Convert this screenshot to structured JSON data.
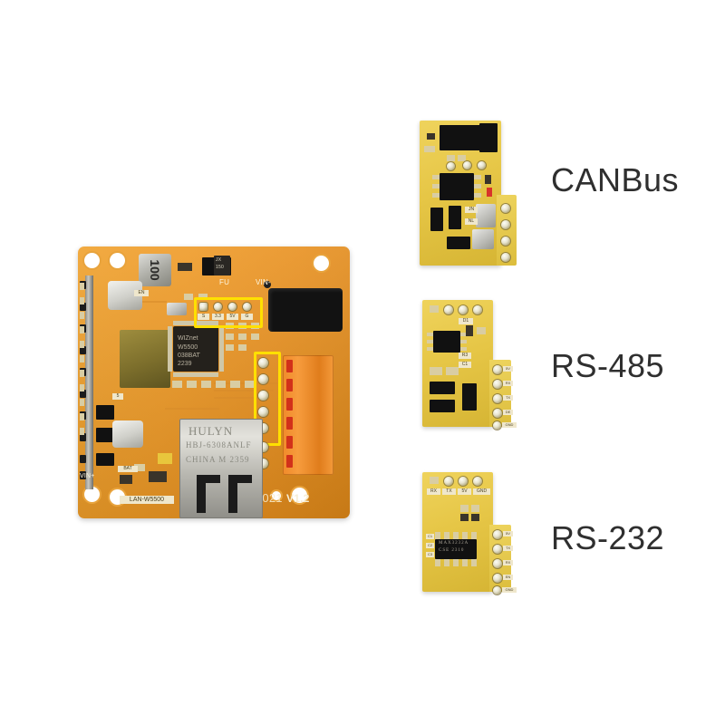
{
  "scene": {
    "background_color": "#ffffff",
    "description": "Product photo: W5500 Ethernet main board with three expansion modules"
  },
  "labels": [
    {
      "id": "canbus",
      "text": "CANBus",
      "color": "#2f2f2f"
    },
    {
      "id": "rs485",
      "text": "RS-485",
      "color": "#2f2f2f"
    },
    {
      "id": "rs232",
      "text": "RS-232",
      "color": "#2f2f2f"
    }
  ],
  "main_board": {
    "name": "W5500 Ethernet main board",
    "pcb_color": "#ef9a26",
    "rj45": {
      "brand": "HULYN",
      "part": "HBJ-6308ANLF",
      "origin": "CHINA  M 2359"
    },
    "chip": {
      "brand": "WIZnet",
      "line2": "W5500",
      "line3": "038BAT",
      "line4": "2239"
    },
    "silkscreen": {
      "inductor": "100",
      "fuse": "JX\n150",
      "fu": "FU",
      "vin_minus": "VIN-",
      "vin_plus": "VIN+",
      "bat": "BAT",
      "en": "EN",
      "lan": "LAN-W5500",
      "version": "V1.2",
      "board_code": "3021",
      "pin_5": "5"
    },
    "header_4pin": {
      "highlighted": true,
      "highlight_color": "#ffe000",
      "pins": [
        "S",
        "3.3",
        "5V",
        "G"
      ]
    },
    "header_5pin": {
      "highlighted": true,
      "highlight_color": "#ffe000",
      "pin_count": 5
    },
    "terminal_block": {
      "color": "#f08a2a",
      "positions": 6
    }
  },
  "modules": [
    {
      "id": "canbus",
      "name": "CANBus module",
      "pcb_color": "#e6c646",
      "silkscreen": [
        "JN",
        "NL"
      ],
      "tab_pins": 4
    },
    {
      "id": "rs485",
      "name": "RS-485 module",
      "pcb_color": "#e6c646",
      "top_pads": 4,
      "tab_pins": 5,
      "tab_labels": [
        "5V",
        "RX",
        "TX",
        "DE",
        "GND"
      ],
      "silkscreen": [
        "R3",
        "C1",
        "D1"
      ]
    },
    {
      "id": "rs232",
      "name": "RS-232 module",
      "pcb_color": "#e6c646",
      "top_pads": 4,
      "pin_labels": [
        "RX",
        "TX",
        "5V",
        "GND"
      ],
      "chip": "MAX3232A",
      "chip_line2": "CSE  2310",
      "tab_pins": 5,
      "tab_labels": [
        "5V",
        "TX",
        "RX",
        "EN",
        "GND"
      ]
    }
  ]
}
